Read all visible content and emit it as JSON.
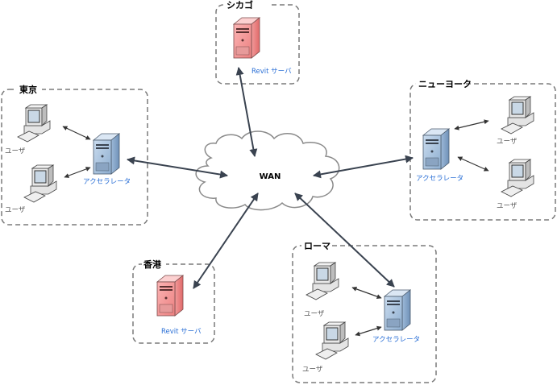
{
  "diagram": {
    "title": "Revit Server WAN topology",
    "wan": {
      "label": "WAN"
    },
    "colors": {
      "border": "#7a7a7a",
      "arrow": "#3a4350",
      "accelerator": "#a9c4e0",
      "revit_server": "#f08c8c",
      "blue_text": "#2a6fd6"
    },
    "sites": {
      "chicago": {
        "name": "シカゴ",
        "server_label": "Revit サーバ"
      },
      "tokyo": {
        "name": "東京",
        "accelerator_label": "アクセラレータ",
        "users": [
          "ユーザ",
          "ユーザ"
        ]
      },
      "newyork": {
        "name": "ニューヨーク",
        "accelerator_label": "アクセラレータ",
        "users": [
          "ユーザ",
          "ユーザ"
        ]
      },
      "hongkong": {
        "name": "香港",
        "server_label": "Revit サーバ"
      },
      "rome": {
        "name": "ローマ",
        "accelerator_label": "アクセラレータ",
        "users": [
          "ユーザ",
          "ユーザ"
        ]
      }
    }
  }
}
